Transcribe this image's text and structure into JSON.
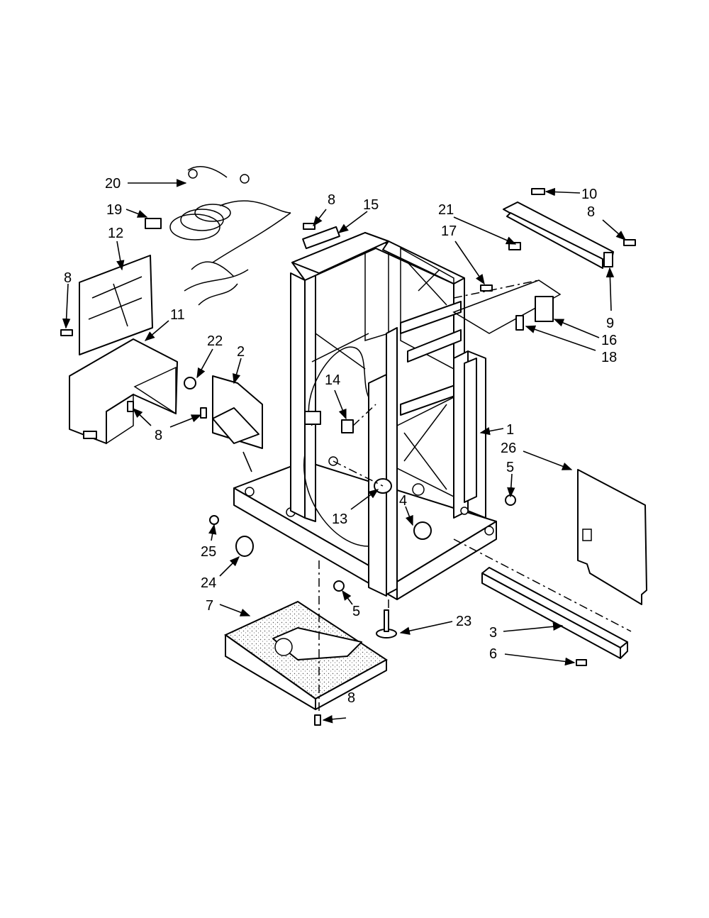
{
  "callouts": [
    {
      "id": "20",
      "text": "20"
    },
    {
      "id": "19",
      "text": "19"
    },
    {
      "id": "12",
      "text": "12"
    },
    {
      "id": "8a",
      "text": "8"
    },
    {
      "id": "11",
      "text": "11"
    },
    {
      "id": "22",
      "text": "22"
    },
    {
      "id": "2",
      "text": "2"
    },
    {
      "id": "8b",
      "text": "8"
    },
    {
      "id": "15",
      "text": "15"
    },
    {
      "id": "8c",
      "text": "8"
    },
    {
      "id": "14",
      "text": "14"
    },
    {
      "id": "13",
      "text": "13"
    },
    {
      "id": "21",
      "text": "21"
    },
    {
      "id": "17",
      "text": "17"
    },
    {
      "id": "10",
      "text": "10"
    },
    {
      "id": "8d",
      "text": "8"
    },
    {
      "id": "9",
      "text": "9"
    },
    {
      "id": "16",
      "text": "16"
    },
    {
      "id": "18",
      "text": "18"
    },
    {
      "id": "1",
      "text": "1"
    },
    {
      "id": "26",
      "text": "26"
    },
    {
      "id": "5a",
      "text": "5"
    },
    {
      "id": "4",
      "text": "4"
    },
    {
      "id": "25",
      "text": "25"
    },
    {
      "id": "24",
      "text": "24"
    },
    {
      "id": "5b",
      "text": "5"
    },
    {
      "id": "7",
      "text": "7"
    },
    {
      "id": "23",
      "text": "23"
    },
    {
      "id": "3",
      "text": "3"
    },
    {
      "id": "6",
      "text": "6"
    },
    {
      "id": "8e",
      "text": "8"
    }
  ]
}
